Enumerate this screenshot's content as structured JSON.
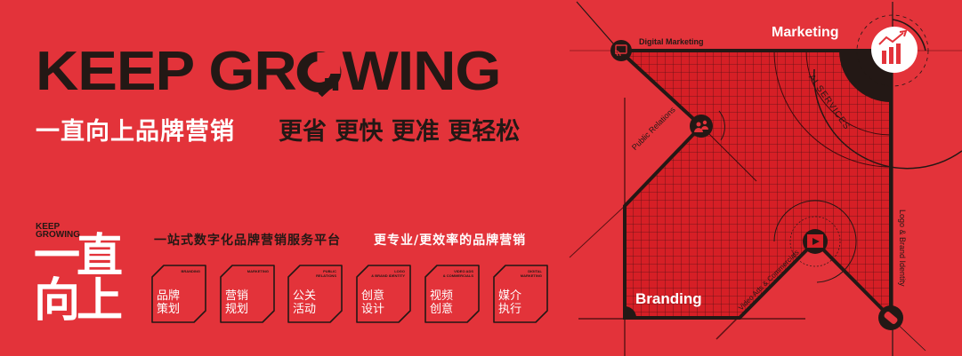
{
  "hero": {
    "title_part1": "KEEP GR",
    "title_part2": "WING",
    "tagline": "一直向上品牌营销",
    "slogan": "更省 更快 更准 更轻松"
  },
  "mini_logo": {
    "line1": "KEEP",
    "line2": "GROWING"
  },
  "big_chars": {
    "line1": "一直",
    "line2": "向上"
  },
  "subtitle": {
    "left": "一站式数字化品牌营销服务平台",
    "right": "更专业/更效率的品牌营销"
  },
  "services": [
    {
      "en": "BRANDING",
      "zh1": "品牌",
      "zh2": "策划"
    },
    {
      "en": "MARKETING",
      "zh1": "营销",
      "zh2": "规划"
    },
    {
      "en": "PUBLIC\nRELATIONS",
      "zh1": "公关",
      "zh2": "活动"
    },
    {
      "en": "LOGO\n& BRAND IDENTITY",
      "zh1": "创意",
      "zh2": "设计"
    },
    {
      "en": "VIDEO ADS\n& COMMERCIALS",
      "zh1": "视频",
      "zh2": "创意"
    },
    {
      "en": "DIGITAL\nMARKETING",
      "zh1": "媒介",
      "zh2": "执行"
    }
  ],
  "diagram": {
    "marketing_label": "Marketing",
    "branding_label": "Branding",
    "digital_marketing": "Digital Marketing",
    "public_relations": "Public Relations",
    "ai_services": "AI SERVICES",
    "video_ads": "Video Ads & Commercials",
    "logo_brand": "Logo & Brand Identity"
  },
  "colors": {
    "background": "#e3333a",
    "grid_fill": "#d61f26",
    "ink": "#231815",
    "white": "#ffffff"
  }
}
